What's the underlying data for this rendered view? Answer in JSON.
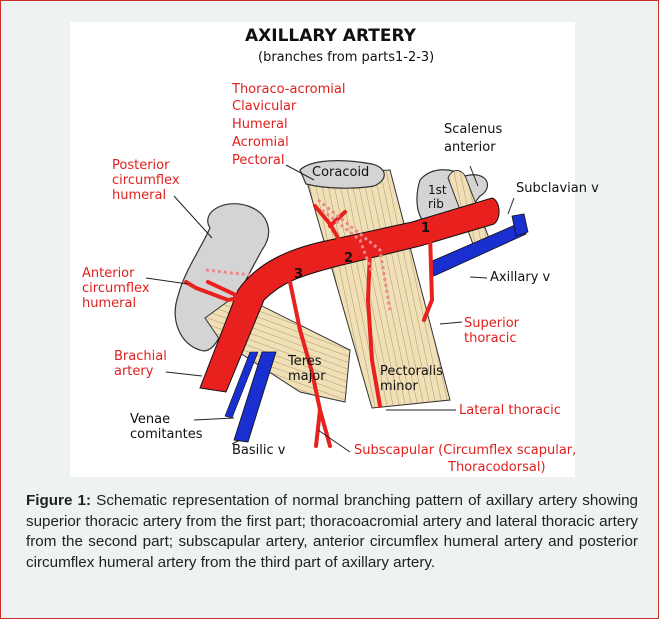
{
  "figure": {
    "title": "AXILLARY ARTERY",
    "subtitle": "(branches from parts1-2-3)",
    "labels": {
      "thoraco_acromial": "Thoraco-acromial",
      "clavicular": "Clavicular",
      "humeral": "Humeral",
      "acromial": "Acromial",
      "pectoral": "Pectoral",
      "scalenus_1": "Scalenus",
      "scalenus_2": "anterior",
      "posterior_circumflex": "Posterior\ncircumflex\nhumeral",
      "coracoid": "Coracoid",
      "first_rib": "1st\nrib",
      "subclavian_v": "Subclavian v",
      "part_1": "1",
      "part_2": "2",
      "part_3": "3",
      "axillary_v": "Axillary v",
      "anterior_circumflex": "Anterior\ncircumflex\nhumeral",
      "superior_thoracic": "Superior\nthoracic",
      "brachial_artery": "Brachial\nartery",
      "teres_major": "Teres\nmajor",
      "pectoralis_minor": "Pectoralis\nminor",
      "lateral_thoracic": "Lateral thoracic",
      "venae_comitantes": "Venae\ncomitantes",
      "basilic_v": "Basilic v",
      "subscapular": "Subscapular (Circumflex scapular,",
      "subscapular_2": "Thoracodorsal)"
    }
  },
  "caption": {
    "label": "Figure 1:",
    "text": " Schematic representation of normal branching pattern of axillary artery showing superior thoracic artery from the first part; thoracoacromial artery and lateral thoracic artery from the second part; subscapular artery, anterior circumflex humeral artery and posterior circumflex humeral artery from the third part of axillary artery."
  },
  "colors": {
    "artery": "#e8201e",
    "vein": "#1a2fd0",
    "muscle": "#f1dfb6",
    "bone": "#d4d4d4",
    "label_red": "#e0201f",
    "frame": "#c9302c"
  }
}
